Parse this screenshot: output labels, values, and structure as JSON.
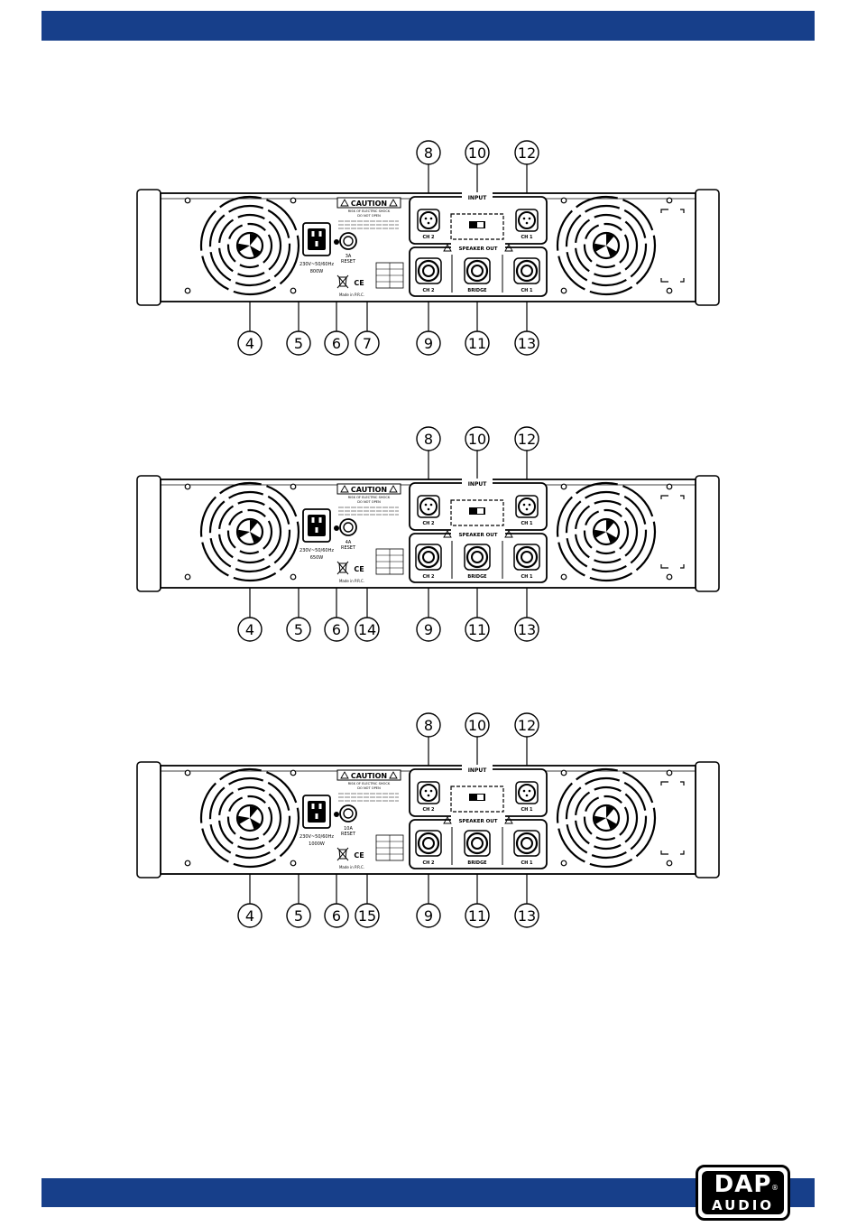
{
  "brand": {
    "logo_top": "DAP",
    "logo_bottom": "AUDIO",
    "logo_reg": "®"
  },
  "colors": {
    "band": "#173f8a",
    "line": "#000000"
  },
  "panel_text": {
    "caution": "CAUTION",
    "risk_line1": "RISK OF ELECTRIC SHOCK",
    "risk_line2": "DO NOT OPEN",
    "input": "INPUT",
    "speaker_out": "SPEAKER OUT",
    "ch2": "CH 2",
    "ch1": "CH 1",
    "bridge": "BRIDGE",
    "reset": "RESET",
    "voltage": "230V~50/60Hz",
    "made_in": "Made in P.R.C.",
    "ce": "CE"
  },
  "figures": [
    {
      "fuse": "3A",
      "power": "800W",
      "top_callouts": [
        "8",
        "10",
        "12"
      ],
      "bottom_callouts": [
        "4",
        "5",
        "6",
        "7",
        "9",
        "11",
        "13"
      ]
    },
    {
      "fuse": "4A",
      "power": "650W",
      "top_callouts": [
        "8",
        "10",
        "12"
      ],
      "bottom_callouts": [
        "4",
        "5",
        "6",
        "14",
        "9",
        "11",
        "13"
      ]
    },
    {
      "fuse": "10A",
      "power": "1000W",
      "top_callouts": [
        "8",
        "10",
        "12"
      ],
      "bottom_callouts": [
        "4",
        "5",
        "6",
        "15",
        "9",
        "11",
        "13"
      ]
    }
  ]
}
